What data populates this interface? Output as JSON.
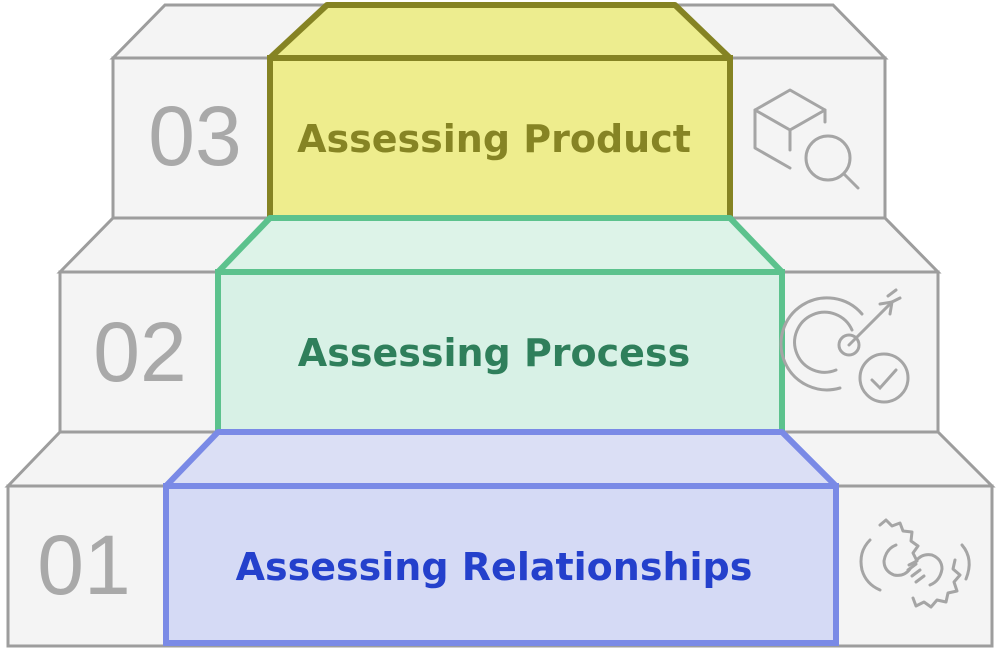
{
  "steps": [
    {
      "number": "01",
      "label": "Assessing Relationships",
      "icon": "handshake-gears-icon",
      "colors": {
        "fill": "#d5daf5",
        "top": "#dbdff5",
        "stroke": "#7a8ae6",
        "text": "#2440cc"
      }
    },
    {
      "number": "02",
      "label": "Assessing Process",
      "icon": "target-check-icon",
      "colors": {
        "fill": "#d8f1e6",
        "top": "#ddf3e8",
        "stroke": "#5cc28d",
        "text": "#2f7f5b"
      }
    },
    {
      "number": "03",
      "label": "Assessing Product",
      "icon": "box-magnifier-icon",
      "colors": {
        "fill": "#eeed8d",
        "top": "#eded8f",
        "stroke": "#858323",
        "text": "#868424"
      }
    }
  ],
  "neutral": {
    "fill": "#f4f4f4",
    "stroke": "#9d9d9d",
    "number": "#a9a9a9",
    "icon": "#a5a5a5"
  }
}
